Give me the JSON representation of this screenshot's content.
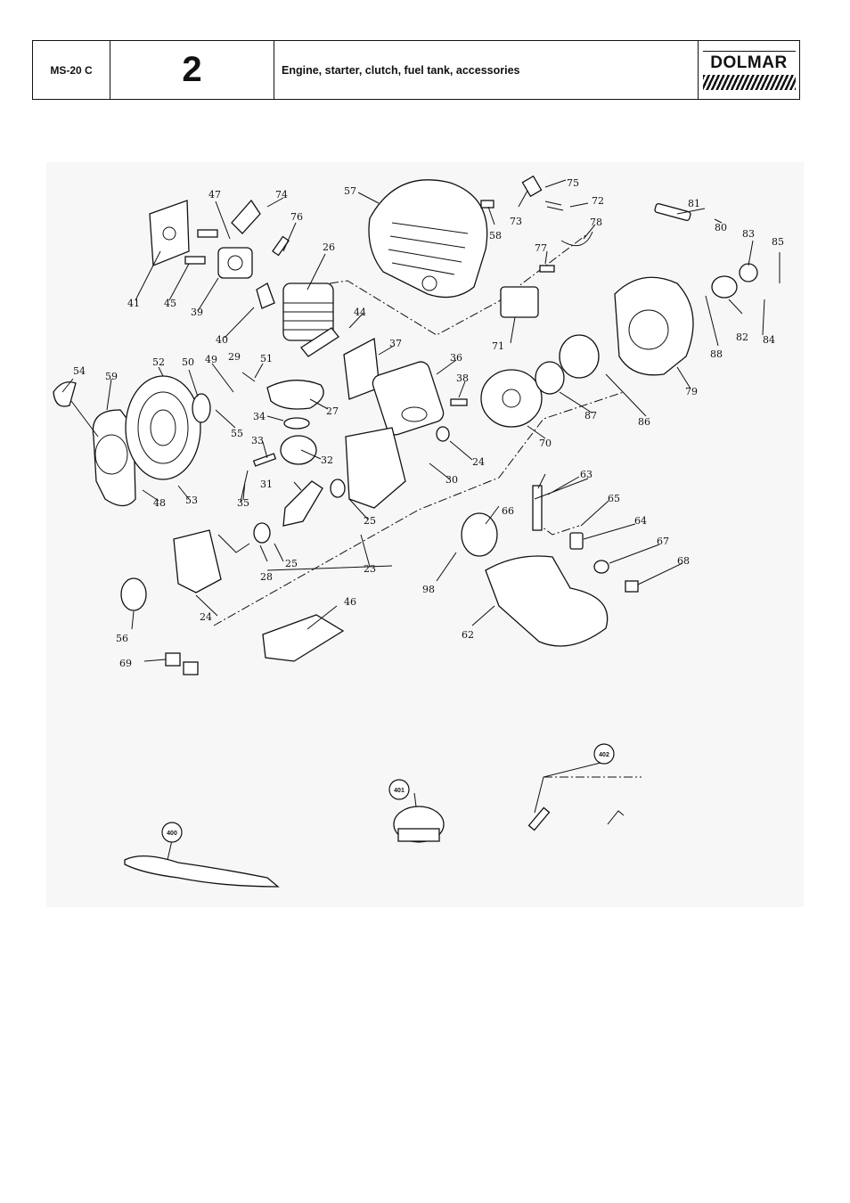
{
  "header": {
    "model": "MS-20 C",
    "page_number": "2",
    "title": "Engine, starter, clutch, fuel tank, accessories",
    "brand": "DOLMAR"
  },
  "callouts": {
    "p23": "23",
    "p24a": "24",
    "p24b": "24",
    "p25a": "25",
    "p25b": "25",
    "p26": "26",
    "p27": "27",
    "p28": "28",
    "p29": "29",
    "p30": "30",
    "p31": "31",
    "p32": "32",
    "p33": "33",
    "p34": "34",
    "p35": "35",
    "p36": "36",
    "p37": "37",
    "p38": "38",
    "p39": "39",
    "p40": "40",
    "p41": "41",
    "p44": "44",
    "p45": "45",
    "p46": "46",
    "p47": "47",
    "p48": "48",
    "p49": "49",
    "p50": "50",
    "p51": "51",
    "p52": "52",
    "p53": "53",
    "p54": "54",
    "p55": "55",
    "p56": "56",
    "p57": "57",
    "p58": "58",
    "p59": "59",
    "p62": "62",
    "p63": "63",
    "p64": "64",
    "p65": "65",
    "p66": "66",
    "p67": "67",
    "p68": "68",
    "p69": "69",
    "p70": "70",
    "p71": "71",
    "p72": "72",
    "p73": "73",
    "p74": "74",
    "p75": "75",
    "p76": "76",
    "p77": "77",
    "p78": "78",
    "p79": "79",
    "p80": "80",
    "p81": "81",
    "p82": "82",
    "p83": "83",
    "p84": "84",
    "p85": "85",
    "p86": "86",
    "p87": "87",
    "p88": "88",
    "p98": "98",
    "p400": "400",
    "p401": "401",
    "p402": "402"
  }
}
